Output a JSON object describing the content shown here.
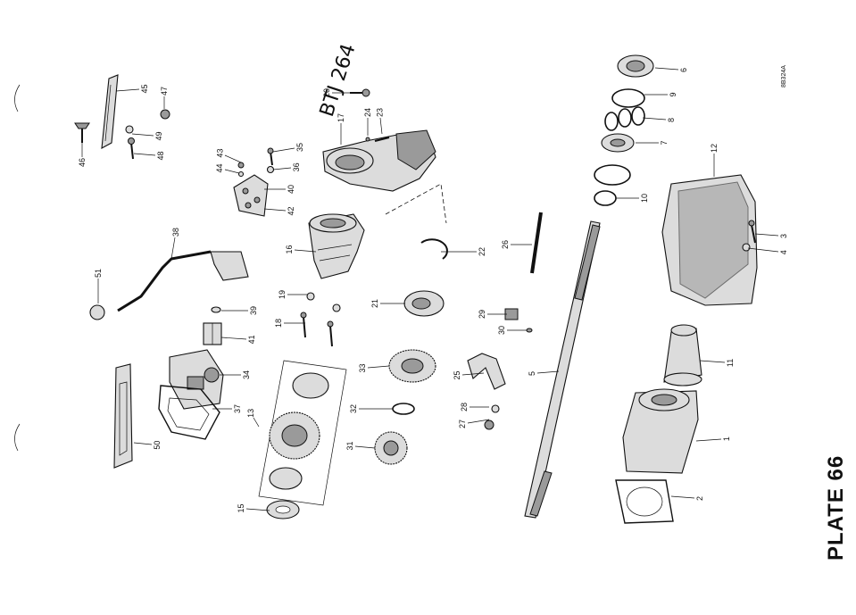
{
  "plate_title": "PLATE 66",
  "handwritten_ref": "BTJ 264",
  "drawing_ref": "8B324A",
  "callouts": [
    "1",
    "2",
    "3",
    "4",
    "5",
    "6",
    "7",
    "8",
    "9",
    "10",
    "11",
    "12",
    "13",
    "15",
    "16",
    "17",
    "18",
    "19",
    "20",
    "21",
    "22",
    "23",
    "24",
    "25",
    "26",
    "27",
    "28",
    "29",
    "30",
    "31",
    "32",
    "33",
    "34",
    "35",
    "36",
    "37",
    "38",
    "39",
    "40",
    "41",
    "42",
    "43",
    "44",
    "45",
    "46",
    "47",
    "48",
    "49",
    "50",
    "51"
  ]
}
